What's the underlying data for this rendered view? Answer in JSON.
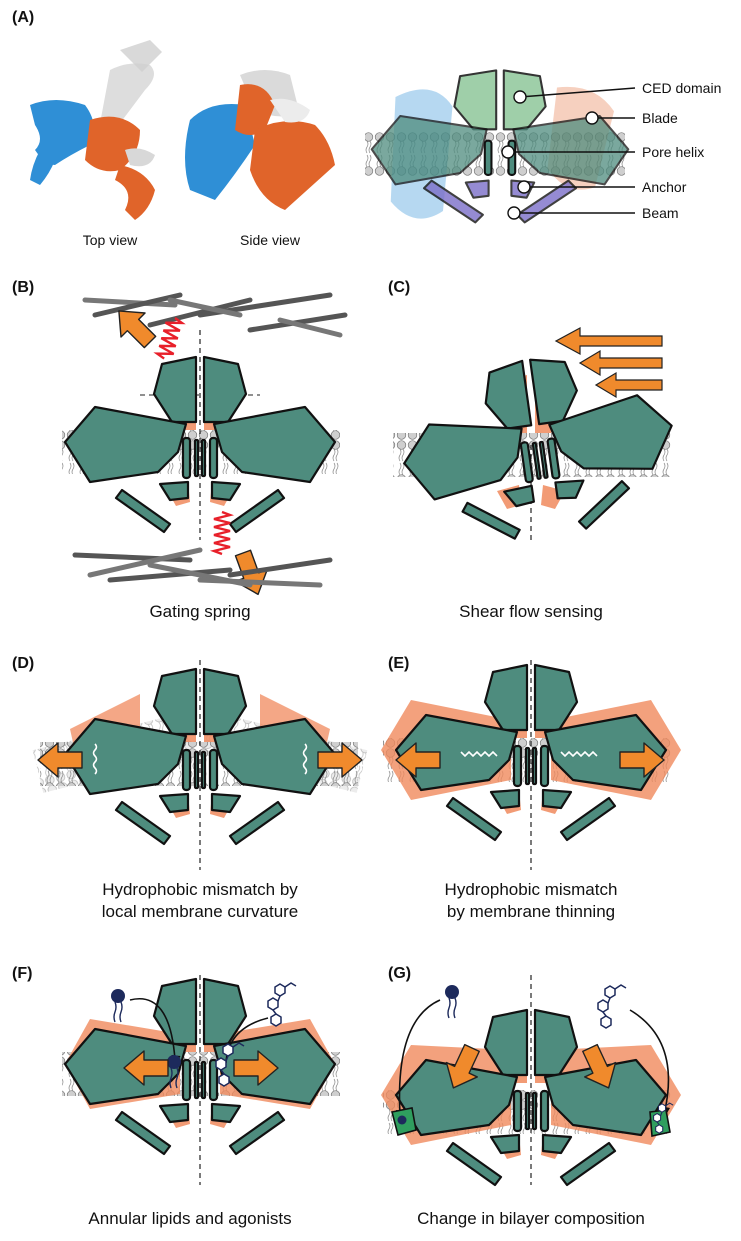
{
  "panels": {
    "A": {
      "label": "(A)",
      "top_view_label": "Top view",
      "side_view_label": "Side view",
      "callouts": [
        "CED domain",
        "Blade",
        "Pore helix",
        "Anchor",
        "Beam"
      ]
    },
    "B": {
      "label": "(B)",
      "caption": "Gating spring"
    },
    "C": {
      "label": "(C)",
      "caption": "Shear flow sensing"
    },
    "D": {
      "label": "(D)",
      "caption_line1": "Hydrophobic mismatch by",
      "caption_line2": "local membrane curvature"
    },
    "E": {
      "label": "(E)",
      "caption_line1": "Hydrophobic mismatch",
      "caption_line2": "by membrane thinning"
    },
    "F": {
      "label": "(F)",
      "caption": "Annular lipids and agonists"
    },
    "G": {
      "label": "(G)",
      "caption": "Change in bilayer composition"
    }
  },
  "colors": {
    "domain_fill": "#4e8c7e",
    "domain_fill_light": "#6aa593",
    "closed_state": "#f08a5d",
    "arrow": "#f08a2c",
    "spring": "#e8202a",
    "membrane_head": "#c9c9c9",
    "lipid_dark": "#1d2a5c",
    "protein_blue": "#2f8fd6",
    "protein_orange": "#e0642a",
    "protein_grey": "#c8c8c8",
    "beam_purple": "#7b6fc9",
    "ced_green": "#8fc79b"
  },
  "icons": [
    "arrow-icon",
    "spring-icon",
    "lipid-icon",
    "agonist-icon",
    "filament-icon"
  ]
}
